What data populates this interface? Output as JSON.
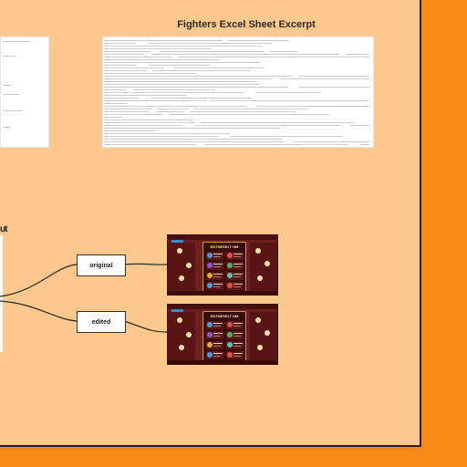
{
  "sheet": {
    "title": "Fighters Excel Sheet Excerpt"
  },
  "flow": {
    "cut_label": "ut",
    "original_label": "original",
    "edited_label": "edited"
  },
  "thumbnails": [
    {
      "name": "original",
      "panel_title": "ENTNESELT HM"
    },
    {
      "name": "edited",
      "panel_title": "ENTNESELT HM"
    }
  ],
  "colors": {
    "outer_background": "#f58a17",
    "canvas_background": "#fdc88c",
    "thumbnail_red": "#6f1e1e",
    "icon_colors": [
      "#3ba0e8",
      "#e05050",
      "#8a5ad6",
      "#4fb26c",
      "#e6a83a",
      "#5ac0c8"
    ]
  }
}
